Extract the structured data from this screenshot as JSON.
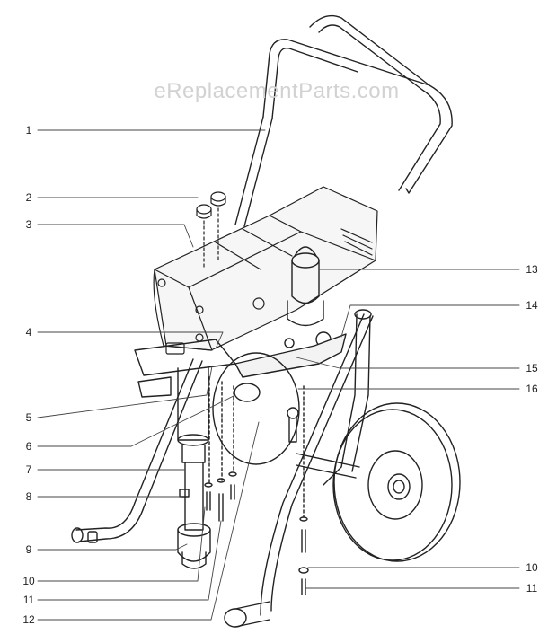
{
  "watermark": "eReplacementParts.com",
  "callouts_left": [
    "1",
    "2",
    "3",
    "4",
    "5",
    "6",
    "7",
    "8",
    "9",
    "10",
    "11",
    "12"
  ],
  "callouts_right": [
    "13",
    "14",
    "15",
    "16",
    "10",
    "11"
  ]
}
